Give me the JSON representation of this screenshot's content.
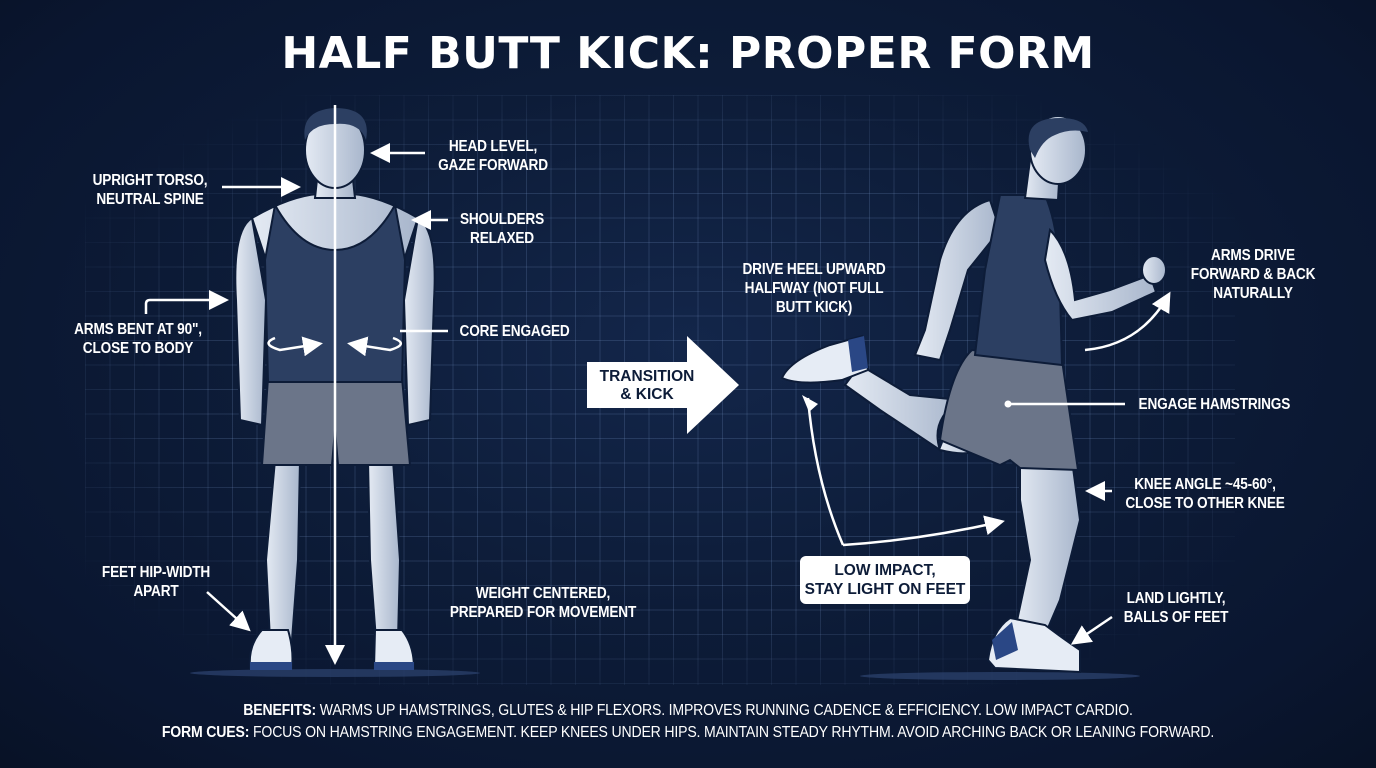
{
  "title": "HALF BUTT KICK: PROPER FORM",
  "colors": {
    "background": "#0d1c38",
    "grid": "#4a6590",
    "text": "#ffffff",
    "skin": "#c9d3e3",
    "tank_top": "#2c3f62",
    "shorts": "#6b7589",
    "shoe_accent": "#2a4785"
  },
  "standing_figure": {
    "labels": {
      "head": [
        "HEAD LEVEL,",
        "GAZE FORWARD"
      ],
      "torso": [
        "UPRIGHT TORSO,",
        "NEUTRAL SPINE"
      ],
      "shoulders": [
        "SHOULDERS",
        "RELAXED"
      ],
      "arms": [
        "ARMS BENT AT 90\",",
        "CLOSE TO BODY"
      ],
      "core": [
        "CORE ENGAGED"
      ],
      "feet": [
        "FEET HIP-WIDTH",
        "APART"
      ],
      "weight": [
        "WEIGHT CENTERED,",
        "PREPARED FOR MOVEMENT"
      ]
    }
  },
  "transition": {
    "label": [
      "TRANSITION",
      "& KICK"
    ]
  },
  "running_figure": {
    "labels": {
      "heel": [
        "DRIVE HEEL UPWARD",
        "HALFWAY (NOT FULL",
        "BUTT KICK)"
      ],
      "arms": [
        "ARMS DRIVE",
        "FORWARD & BACK",
        "NATURALLY"
      ],
      "hamstrings": [
        "ENGAGE HAMSTRINGS"
      ],
      "knee": [
        "KNEE ANGLE ~45-60°,",
        "CLOSE TO OTHER KNEE"
      ],
      "land": [
        "LAND LIGHTLY,",
        "BALLS OF FEET"
      ]
    },
    "callout": [
      "LOW IMPACT,",
      "STAY LIGHT ON FEET"
    ]
  },
  "footer": {
    "benefits_label": "BENEFITS:",
    "benefits_text": "WARMS UP HAMSTRINGS, GLUTES & HIP FLEXORS. IMPROVES RUNNING CADENCE & EFFICIENCY. LOW IMPACT CARDIO.",
    "form_cues_label": "FORM CUES:",
    "form_cues_text": "FOCUS ON HAMSTRING ENGAGEMENT. KEEP KNEES UNDER HIPS. MAINTAIN STEADY RHYTHM. AVOID ARCHING BACK OR LEANING FORWARD."
  }
}
